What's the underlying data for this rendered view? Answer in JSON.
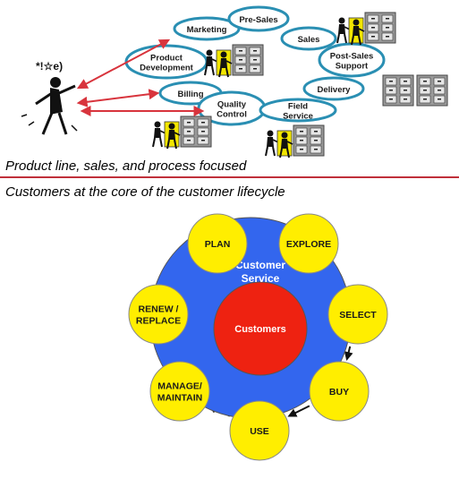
{
  "top_section": {
    "departments": [
      "Marketing",
      "Pre-Sales",
      "Sales",
      "Product Development",
      "Post-Sales Support",
      "Billing",
      "Quality Control",
      "Delivery",
      "Field Service"
    ],
    "caption": "Product line, sales, and process focused"
  },
  "bottom_section": {
    "caption": "Customers at the core of the customer lifecycle",
    "center_outer": "Customer Service",
    "center_inner": "Customers",
    "stages": [
      "PLAN",
      "EXPLORE",
      "SELECT",
      "BUY",
      "USE",
      "MANAGE/ MAINTAIN",
      "RENEW / REPLACE"
    ]
  },
  "colors": {
    "oval_stroke": "#2a8fb3",
    "arrow_red": "#d8343d",
    "divider": "#c0303a",
    "stage_fill": "#ffee00",
    "outer_circle": "#3366ee",
    "inner_circle": "#ee2211"
  }
}
